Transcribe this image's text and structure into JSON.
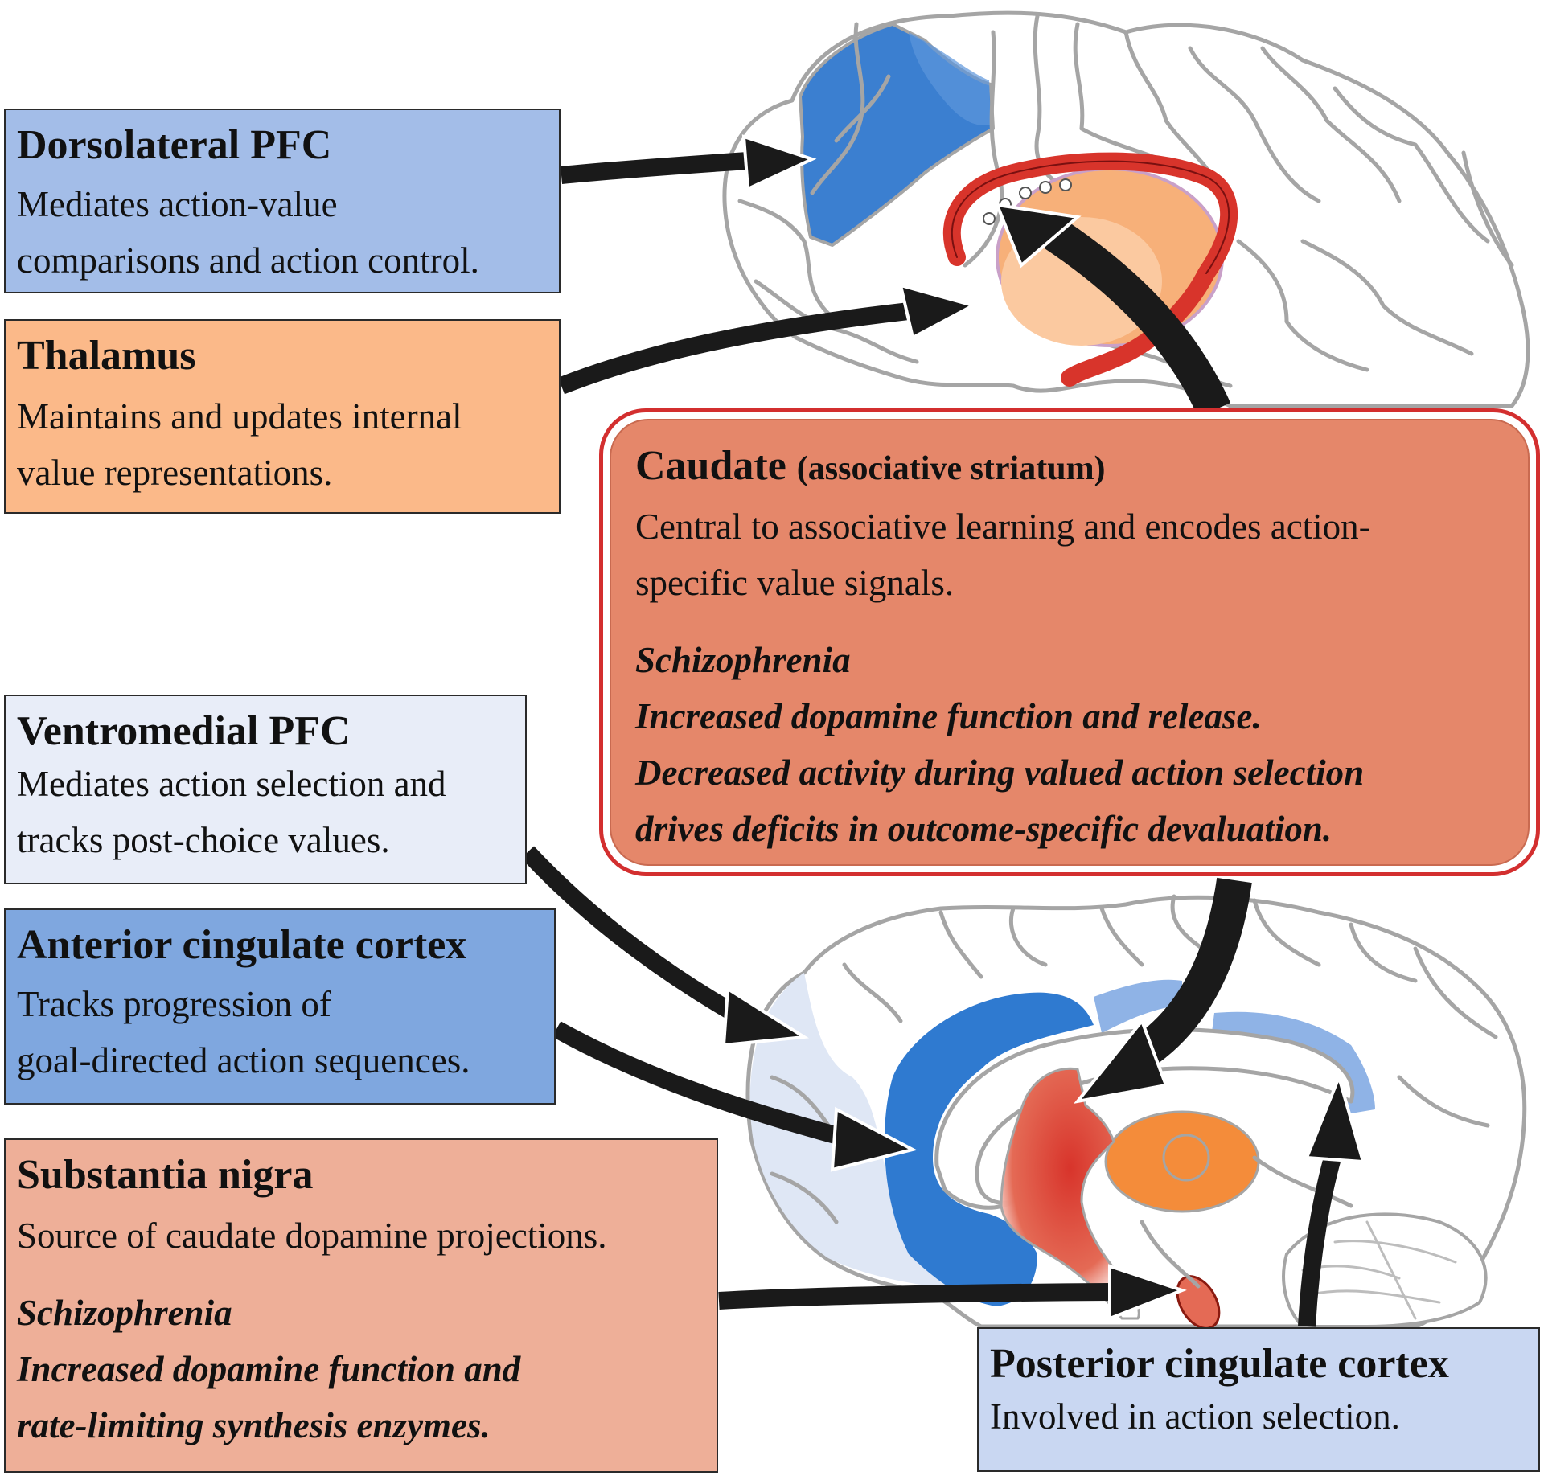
{
  "colors": {
    "dlpfc": "#a3bde8",
    "thalamus": "#fbb989",
    "vmpfc": "#e8edf8",
    "acc": "#7fa7df",
    "substantia_nigra": "#eeaf98",
    "pcc": "#c9d7f2",
    "caudate": "#e5876a",
    "caudate_border": "#d32f2f",
    "brain_outline": "#a5a5a5",
    "blue_region": "#3b7fd0",
    "light_blue_region": "#8fb3e6",
    "pale_blue_region": "#dfe7f5",
    "orange_region": "#f48c3a",
    "red_region": "#d8342b",
    "arrow": "#1a1a1a"
  },
  "boxes": {
    "dlpfc": {
      "title": "Dorsolateral PFC",
      "lines": [
        "Mediates action-value",
        "comparisons and action control."
      ]
    },
    "thalamus": {
      "title": "Thalamus",
      "lines": [
        "Maintains and updates internal",
        "value representations."
      ]
    },
    "vmpfc": {
      "title": "Ventromedial PFC",
      "lines": [
        "Mediates action selection and",
        "tracks post-choice values."
      ]
    },
    "acc": {
      "title": "Anterior cingulate cortex",
      "lines": [
        "Tracks progression of",
        "goal-directed action sequences."
      ]
    },
    "substantia_nigra": {
      "title": "Substantia nigra",
      "lines": [
        "Source of caudate dopamine projections."
      ],
      "disorder": "Schizophrenia",
      "findings": [
        "Increased dopamine function and",
        "rate-limiting synthesis enzymes."
      ]
    },
    "pcc": {
      "title": "Posterior cingulate cortex",
      "lines": [
        "Involved in action selection."
      ]
    },
    "caudate": {
      "title": "Caudate",
      "subtitle": "(associative striatum)",
      "lines": [
        "Central to associative learning and encodes action-",
        "specific value signals."
      ],
      "disorder": "Schizophrenia",
      "findings": [
        "Increased dopamine function and release.",
        "Decreased activity during valued action selection",
        "drives deficits in outcome-specific devaluation."
      ]
    }
  }
}
